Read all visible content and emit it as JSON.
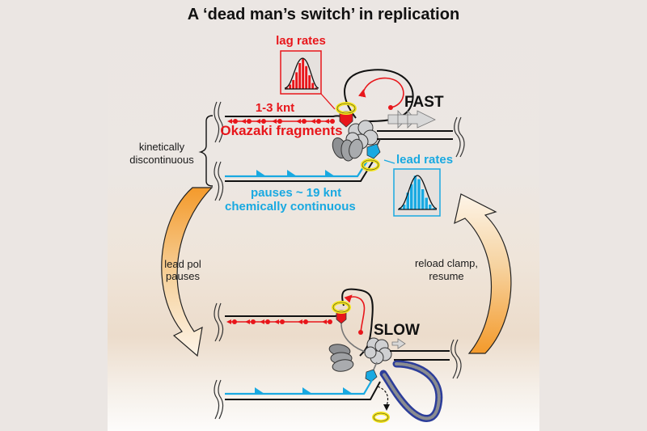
{
  "title": "A ‘dead man’s switch’ in replication",
  "colors": {
    "lagging": "#e8161b",
    "leading": "#19a9e1",
    "clamp": "#f5e61a",
    "helicase": "#cfd0d2",
    "ssb": "#2c3d9a",
    "arrow_orange": "#f49a2b"
  },
  "fast_state": {
    "label": "FAST",
    "lag_rates_label": "lag rates",
    "lag_fragment_size": "1-3 knt",
    "okazaki_label": "Okazaki fragments",
    "lead_rates_label": "lead rates",
    "pause_label": "pauses ~ 19 knt",
    "continuity_label": "chemically continuous",
    "bracket_label_line1": "kinetically",
    "bracket_label_line2": "discontinuous"
  },
  "slow_state": {
    "label": "SLOW"
  },
  "cycle": {
    "left_arrow_line1": "lead pol",
    "left_arrow_line2": "pauses",
    "right_arrow_line1": "reload clamp,",
    "right_arrow_line2": "resume"
  },
  "histograms": {
    "lag": {
      "name": "lag rates",
      "bars": [
        0.05,
        0.15,
        0.3,
        0.55,
        0.85,
        1.0,
        0.75,
        0.45,
        0.2,
        0.05
      ]
    },
    "lead": {
      "name": "lead rates",
      "bars": [
        0.05,
        0.15,
        0.5,
        0.75,
        1.0,
        0.9,
        0.6,
        0.35,
        0.15,
        0.05
      ]
    }
  }
}
